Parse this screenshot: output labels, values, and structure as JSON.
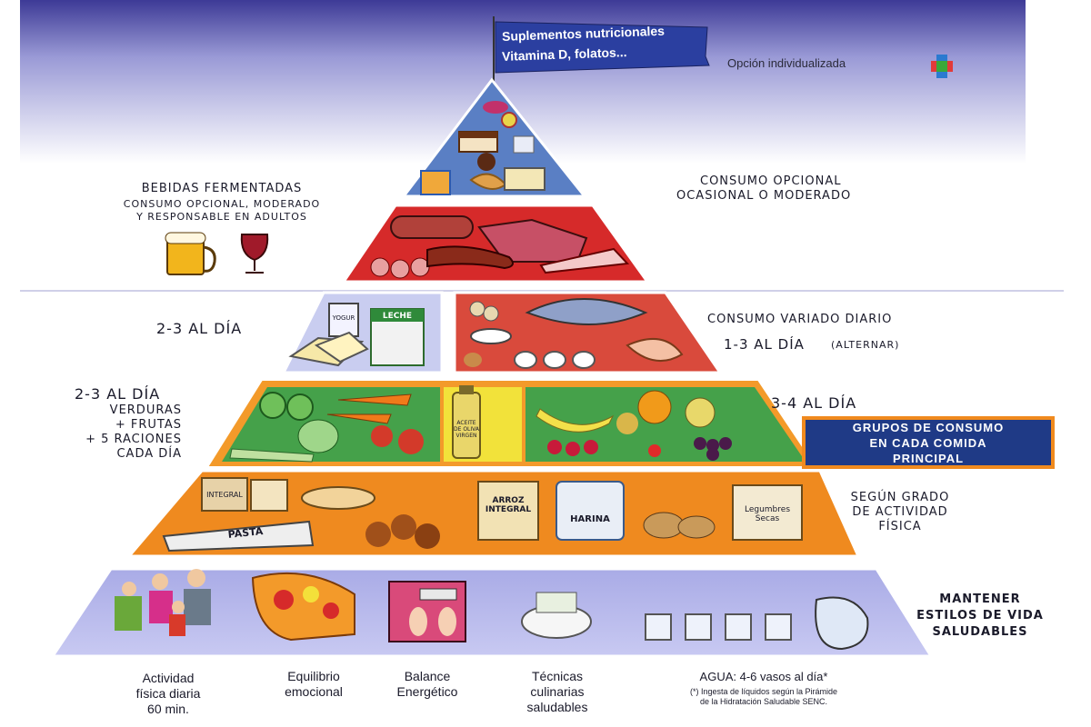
{
  "flag": {
    "line1": "Suplementos nutricionales",
    "line2": "Vitamina D, folatos...",
    "colors": {
      "flag": "#2b3fa0"
    }
  },
  "opcion_individualizada": "Opción individualizada",
  "left_labels": {
    "bebidas_title": "BEBIDAS FERMENTADAS",
    "bebidas_sub1": "CONSUMO OPCIONAL, MODERADO",
    "bebidas_sub2": "Y RESPONSABLE EN ADULTOS",
    "lacteos": "2-3 AL DÍA",
    "verduras_freq": "2-3 AL DÍA",
    "verduras_l1": "VERDURAS",
    "verduras_l2": "+ FRUTAS",
    "verduras_l3": "+ 5 RACIONES",
    "verduras_l4": "CADA DÍA"
  },
  "right_labels": {
    "opcional_l1": "CONSUMO OPCIONAL",
    "opcional_l2": "OCASIONAL O MODERADO",
    "variado_l1": "CONSUMO VARIADO DIARIO",
    "variado_l2a": "1-3 AL DÍA",
    "variado_l2b": "(ALTERNAR)",
    "frutas_freq": "3-4 AL DÍA",
    "grupos_l1": "GRUPOS DE CONSUMO",
    "grupos_l2": "EN CADA COMIDA",
    "grupos_l3": "PRINCIPAL",
    "segun_l1": "SEGÚN GRADO",
    "segun_l2": "DE ACTIVIDAD",
    "segun_l3": "FÍSICA",
    "mantener_l1": "MANTENER",
    "mantener_l2": "ESTILOS DE VIDA",
    "mantener_l3": "SALUDABLES"
  },
  "food_labels": {
    "yogur": "YOGUR",
    "leche": "LECHE",
    "aceite": "ACEITE DE OLIVA VIRGEN",
    "pasta": "PASTA",
    "integral": "INTEGRAL",
    "arroz": "ARROZ INTEGRAL",
    "harina": "HARINA",
    "legumbres": "Legumbres Secas"
  },
  "bottom": {
    "actividad": [
      "Actividad",
      "física diaria",
      "60 min."
    ],
    "equilibrio": [
      "Equilibrio",
      "emocional"
    ],
    "balance": [
      "Balance",
      "Energético"
    ],
    "tecnicas": [
      "Técnicas",
      "culinarias",
      "saludables"
    ],
    "agua": "AGUA: 4-6 vasos al día*",
    "nota1": "(*) Ingesta de líquidos según la Pirámide",
    "nota2": "de la Hidratación Saludable SENC."
  },
  "colors": {
    "sky_top": "#4a4aa0",
    "tier_top": "#5a7fc4",
    "tier_meat": "#d62a2a",
    "tier_dairy": "#c9cdf0",
    "tier_protein": "#d94a3c",
    "tier_veg": "#45a14a",
    "tier_oil": "#f2e23a",
    "tier_cereal": "#ef8a1f",
    "base": "#b7b9ea",
    "grupos_box": "#1f3a86",
    "grupos_border": "#f08a1e"
  }
}
